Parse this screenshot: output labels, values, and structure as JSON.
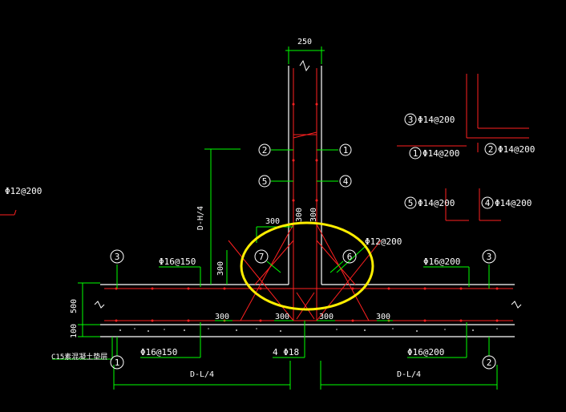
{
  "dimensions": {
    "wall_width": "250",
    "height_dim": "D-H/4",
    "wall_300_left": "300",
    "wall_300_right": "300",
    "haunch_300_top": "300",
    "haunch_300_vert": "300",
    "slab_thickness": "500",
    "cushion_thickness": "100",
    "bottom_300_a": "300",
    "bottom_300_b": "300",
    "bottom_300_c": "300",
    "bottom_300_d": "300",
    "span_left": "D-L/4",
    "span_right": "D-L/4"
  },
  "rebar_labels": {
    "haunch_bar": "Φ12@200",
    "left_top": "Φ16@150",
    "right_top": "Φ16@200",
    "left_bottom": "Φ16@150",
    "right_bottom": "Φ16@200",
    "center_bottom": "4 Φ18",
    "cushion": "C15素混凝土垫层",
    "left_edge": "Φ12@200"
  },
  "legend": {
    "item3": "Φ14@200",
    "item1": "Φ14@200",
    "item2": "Φ14@200",
    "item5": "Φ14@200",
    "item4": "Φ14@200"
  },
  "bubbles": {
    "b1": "1",
    "b2": "2",
    "b3": "3",
    "b4": "4",
    "b5": "5",
    "b6": "6",
    "b7": "7"
  },
  "colors": {
    "concrete_outline": "#ffffff",
    "rebar": "#ff2020",
    "dimension": "#00ff00",
    "leader": "#00ff00",
    "highlight": "#ffee00"
  }
}
